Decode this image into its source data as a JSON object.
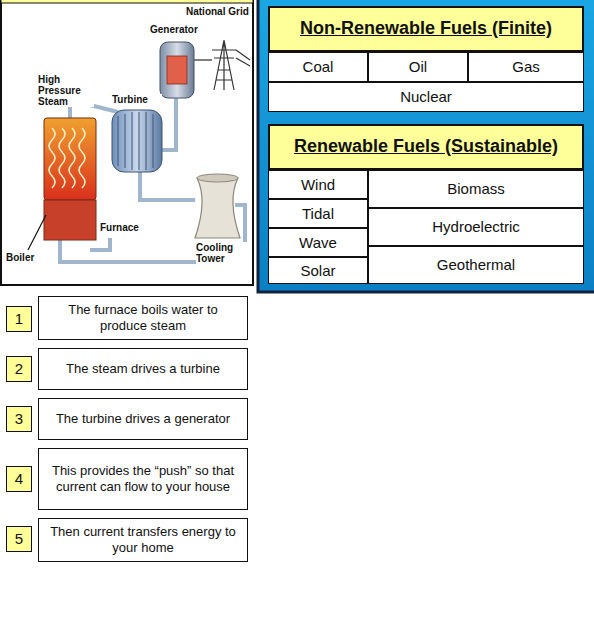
{
  "diagram": {
    "nodes": [
      {
        "text": [
          "Non-Renewable Fuels (Finite)"
        ]
      },
      {
        "text": [
          "Coal"
        ]
      },
      {
        "text": [
          "Oil"
        ]
      },
      {
        "text": [
          "Gas"
        ]
      },
      {
        "text": [
          "Nuclear"
        ]
      },
      {
        "text": [
          "Renewable Fuels (Sustainable)"
        ]
      },
      {
        "text": [
          "Wind"
        ]
      },
      {
        "text": [
          "Biomass"
        ]
      },
      {
        "text": [
          "Tidal"
        ]
      },
      {
        "text": [
          "Hydroelectric"
        ]
      },
      {
        "text": [
          "Wave"
        ]
      },
      {
        "text": [
          "Geothermal"
        ]
      },
      {
        "text": [
          "Solar"
        ]
      },
      {
        "text": [
          "1"
        ]
      },
      {
        "text": [
          "The furnace boils water to produce steam"
        ]
      },
      {
        "text": [
          "2"
        ]
      },
      {
        "text": [
          "The steam drives a turbine"
        ]
      },
      {
        "text": [
          "3"
        ]
      },
      {
        "text": [
          "The turbine drives a generator"
        ]
      },
      {
        "text": [
          "4"
        ]
      },
      {
        "text": [
          "This provides the “push” so that current can flow to your house"
        ]
      },
      {
        "text": [
          "5"
        ]
      },
      {
        "text": [
          "Then current transfers energy to your home"
        ]
      }
    ],
    "labels": [
      "High Pressure Steam",
      "Boiler",
      "Furnace",
      "Turbine",
      "Generator",
      "Cooling Tower",
      "National Grid"
    ]
  }
}
